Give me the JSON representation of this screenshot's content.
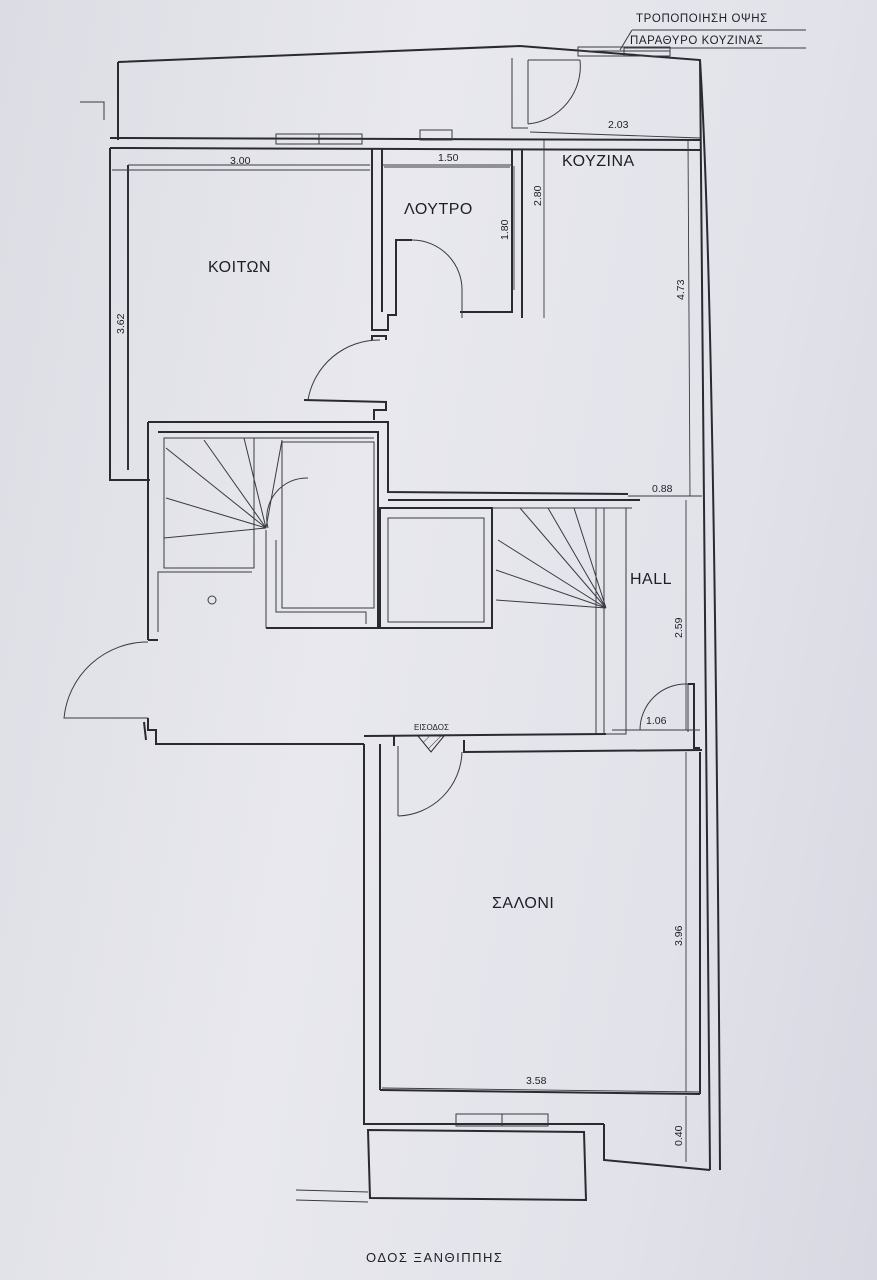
{
  "notes": {
    "line1": "ΤΡΟΠΟΠΟΙΗΣΗ ΟΨΗΣ",
    "line2": "ΠΑΡΑΘΥΡΟ ΚΟΥΖΙΝΑΣ"
  },
  "rooms": {
    "kitchen": "ΚΟΥΖΙΝΑ",
    "bathroom": "ΛΟΥΤΡΟ",
    "bedroom": "ΚΟΙΤΩΝ",
    "hall": "HALL",
    "living": "ΣΑΛΟΝΙ"
  },
  "entrance": "ΕΙΣΟΔΟΣ",
  "street": "ΟΔΟΣ ΞΑΝΘΙΠΠΗΣ",
  "dimensions": {
    "kitchen_width": "2.03",
    "bedroom_width": "3.00",
    "bath_width": "1.50",
    "kitchen_depth": "2.80",
    "bath_depth": "1.80",
    "bedroom_depth": "3.62",
    "right_upper": "4.73",
    "hall_wall": "0.88",
    "hall_depth": "2.59",
    "hall_door": "1.06",
    "living_depth": "3.96",
    "living_width": "3.58",
    "balcony": "0.40"
  },
  "colors": {
    "line": "#2a2a30",
    "paper": "#e4e4ea"
  }
}
